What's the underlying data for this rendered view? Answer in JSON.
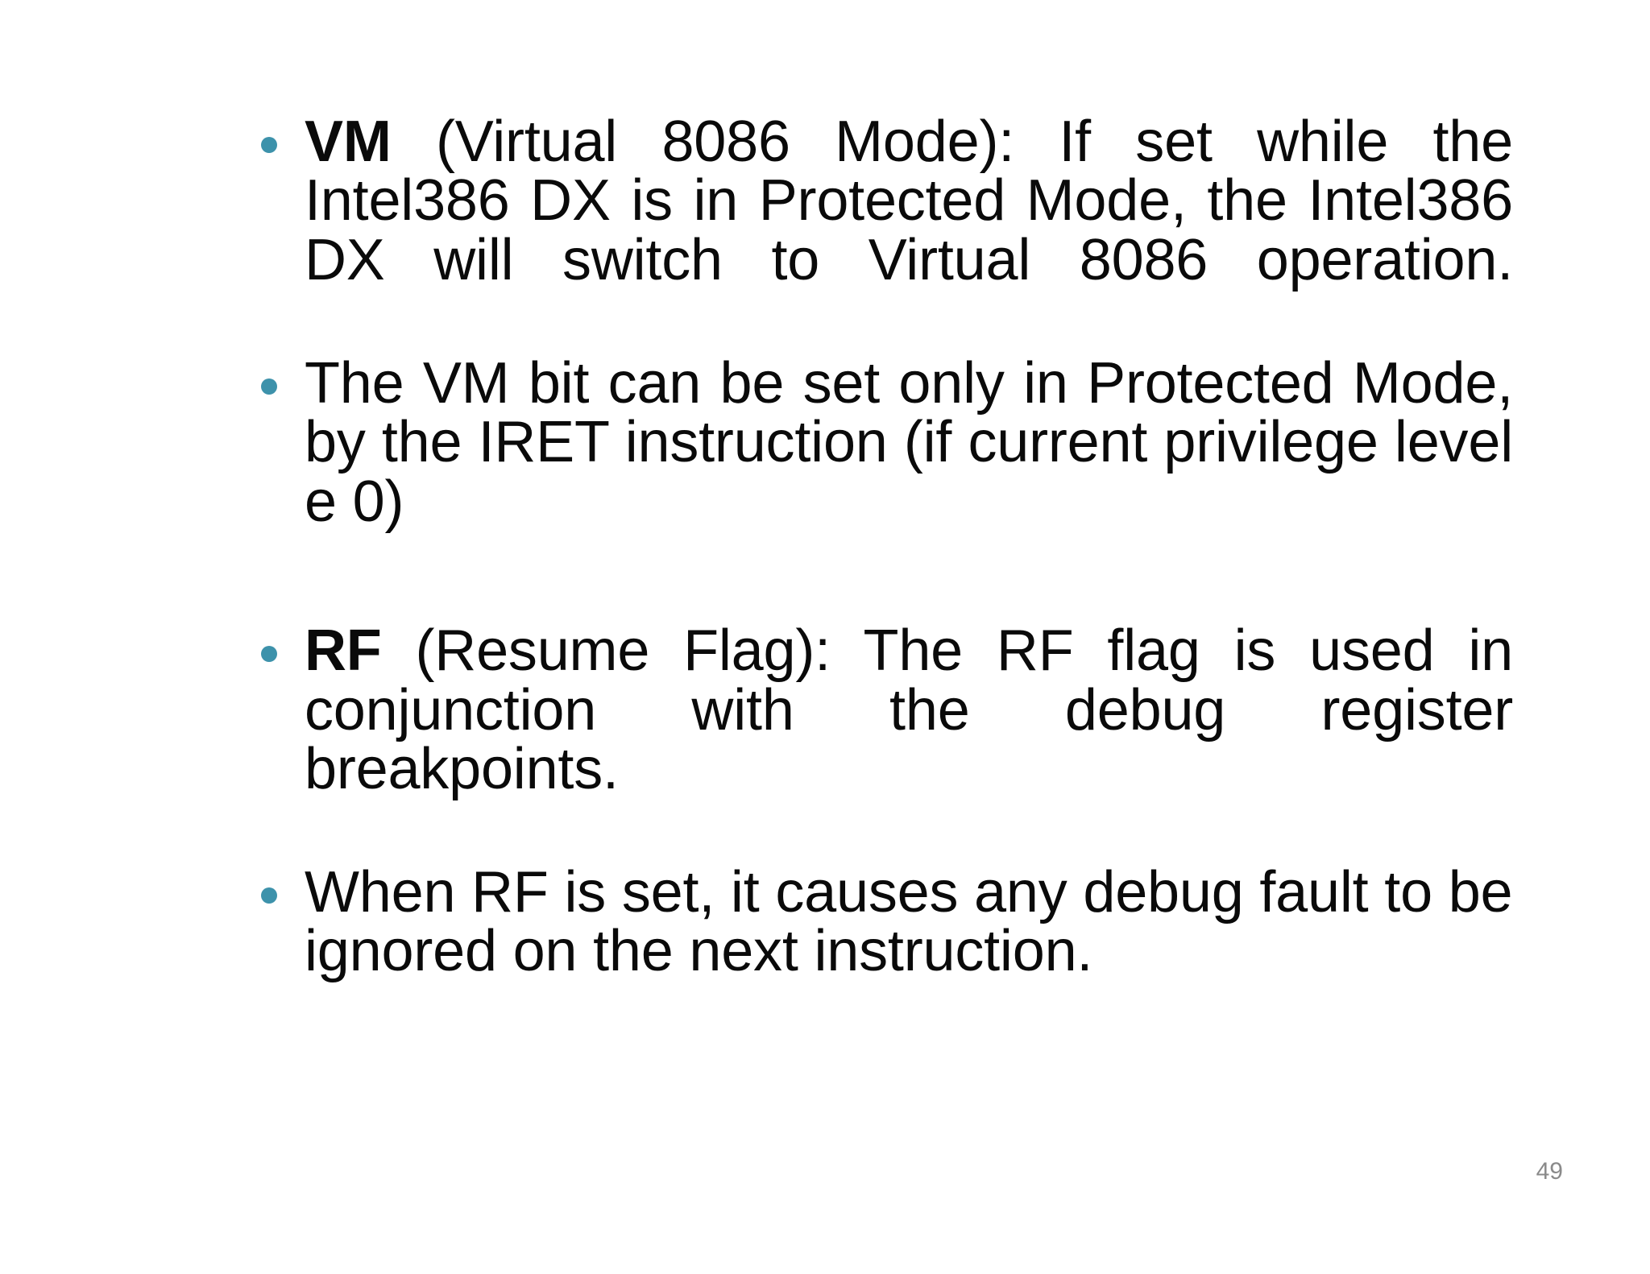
{
  "slide": {
    "background_color": "#ffffff",
    "text_color": "#0a0a0a",
    "bullet_color": "#3d92ab",
    "page_number": "49",
    "page_number_color": "#8a8a8a",
    "bullets": [
      {
        "id": "vm-flag",
        "lead_bold": "VM",
        "rest": " (Virtual 8086 Mode): If set while the Intel386 DX is in Protected Mode, the Intel386 DX will switch to Virtual 8086 operation.",
        "full_text": "VM (Virtual 8086 Mode): If set while the Intel386 DX is in Protected Mode, the Intel386 DX will switch to Virtual 8086 operation.",
        "justified": true
      },
      {
        "id": "vm-bit-set",
        "lead_bold": "",
        "rest": "The VM bit can be set only in Protected Mode, by the IRET instruction (if current privilege level e 0)",
        "full_text": "The VM bit can be set only in Protected Mode, by the IRET instruction (if current privilege level e 0)",
        "justified": true
      },
      {
        "id": "rf-flag",
        "lead_bold": "RF",
        "rest": " (Resume Flag): The RF flag is used in conjunction with the debug register breakpoints.",
        "full_text": "RF (Resume Flag): The RF flag is used in conjunction with the debug register breakpoints.",
        "justified": true
      },
      {
        "id": "rf-set-behavior",
        "lead_bold": "",
        "rest": "When RF is set, it causes any debug fault to be ignored on the next instruction.",
        "full_text": "When RF is set, it causes any debug fault to be ignored on the next instruction.",
        "justified": false
      }
    ]
  }
}
